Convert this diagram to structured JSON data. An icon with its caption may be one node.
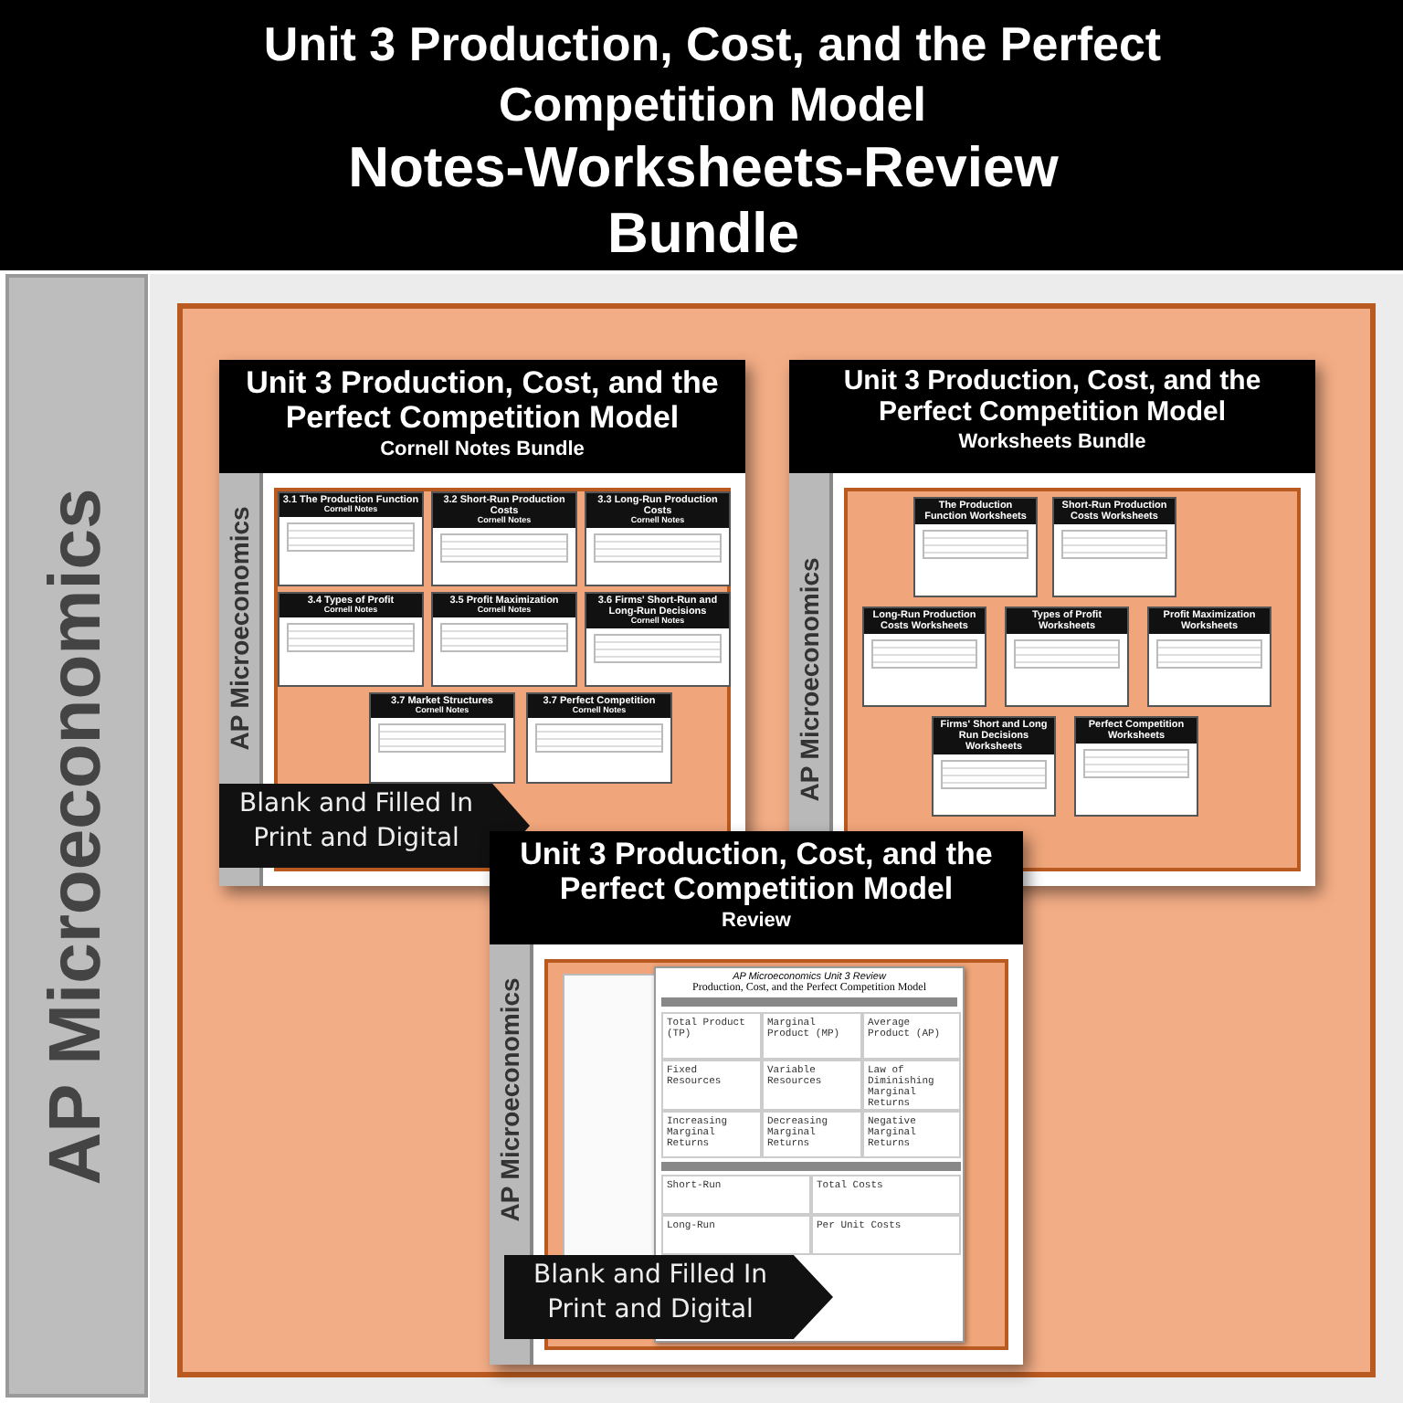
{
  "diagram": {
    "title": "Unit 3 Production, Cost, and the Perfect Competition Model",
    "nodes": [
      {
        "text": [
          "Unit 3 Production, Cost, and the Perfect Competition Model",
          "Cornell Notes Bundle",
          "AP Microeconomics",
          "Blank and Filled In Print and Digital"
        ]
      },
      {
        "text": [
          "3.1 The Production Function",
          "Cornell Notes"
        ],
        "in": 0
      },
      {
        "text": [
          "3.2 Short-Run Production Costs",
          "Cornell Notes"
        ],
        "in": 0
      },
      {
        "text": [
          "3.3 Long-Run Production Costs",
          "Cornell Notes"
        ],
        "in": 0
      },
      {
        "text": [
          "3.4 Types of Profit",
          "Cornell Notes"
        ],
        "in": 0
      },
      {
        "text": [
          "3.5 Profit Maximization",
          "Cornell Notes"
        ],
        "in": 0
      },
      {
        "text": [
          "3.6 Firms' Short-Run and Long-Run Decisions",
          "Cornell Notes"
        ],
        "in": 0
      },
      {
        "text": [
          "3.7 Market Structures",
          "Cornell Notes"
        ],
        "in": 0
      },
      {
        "text": [
          "3.7 Perfect Competition",
          "Cornell Notes"
        ],
        "in": 0
      },
      {
        "text": [
          "Unit 3 Production, Cost, and the Perfect Competition Model",
          "Worksheets Bundle",
          "AP Microeconomics"
        ]
      },
      {
        "text": [
          "The Production Function Worksheets"
        ],
        "in": 9
      },
      {
        "text": [
          "Short-Run Production Costs Worksheets"
        ],
        "in": 9
      },
      {
        "text": [
          "Long-Run Production Costs Worksheets"
        ],
        "in": 9
      },
      {
        "text": [
          "Types of Profit Worksheets"
        ],
        "in": 9
      },
      {
        "text": [
          "Profit Maximization Worksheets"
        ],
        "in": 9
      },
      {
        "text": [
          "Firms' Short and Long Run Decisions Worksheets"
        ],
        "in": 9
      },
      {
        "text": [
          "Perfect Competition Worksheets"
        ],
        "in": 9
      },
      {
        "text": [
          "Unit 3 Production, Cost, and the Perfect Competition Model",
          "Review",
          "AP Microeconomics",
          "Blank and Filled In Print and Digital"
        ]
      },
      {
        "text": [
          "AP Microeconomics Unit 3 Review",
          "Production, Cost, and the Perfect Competition Model"
        ],
        "in": 17
      }
    ],
    "labels": [
      "Notes-Worksheets-Review Bundle",
      "AP Microeconomics",
      "Total Product (TP)",
      "Marginal Product (MP)",
      "Average Product (AP)",
      "Fixed Resources",
      "Variable Resources",
      "Law of Diminishing Marginal Returns",
      "Increasing Marginal Returns",
      "Decreasing Marginal Returns",
      "Negative Marginal Returns",
      "Short-Run",
      "Total Costs",
      "Long-Run",
      "Per Unit Costs"
    ]
  }
}
